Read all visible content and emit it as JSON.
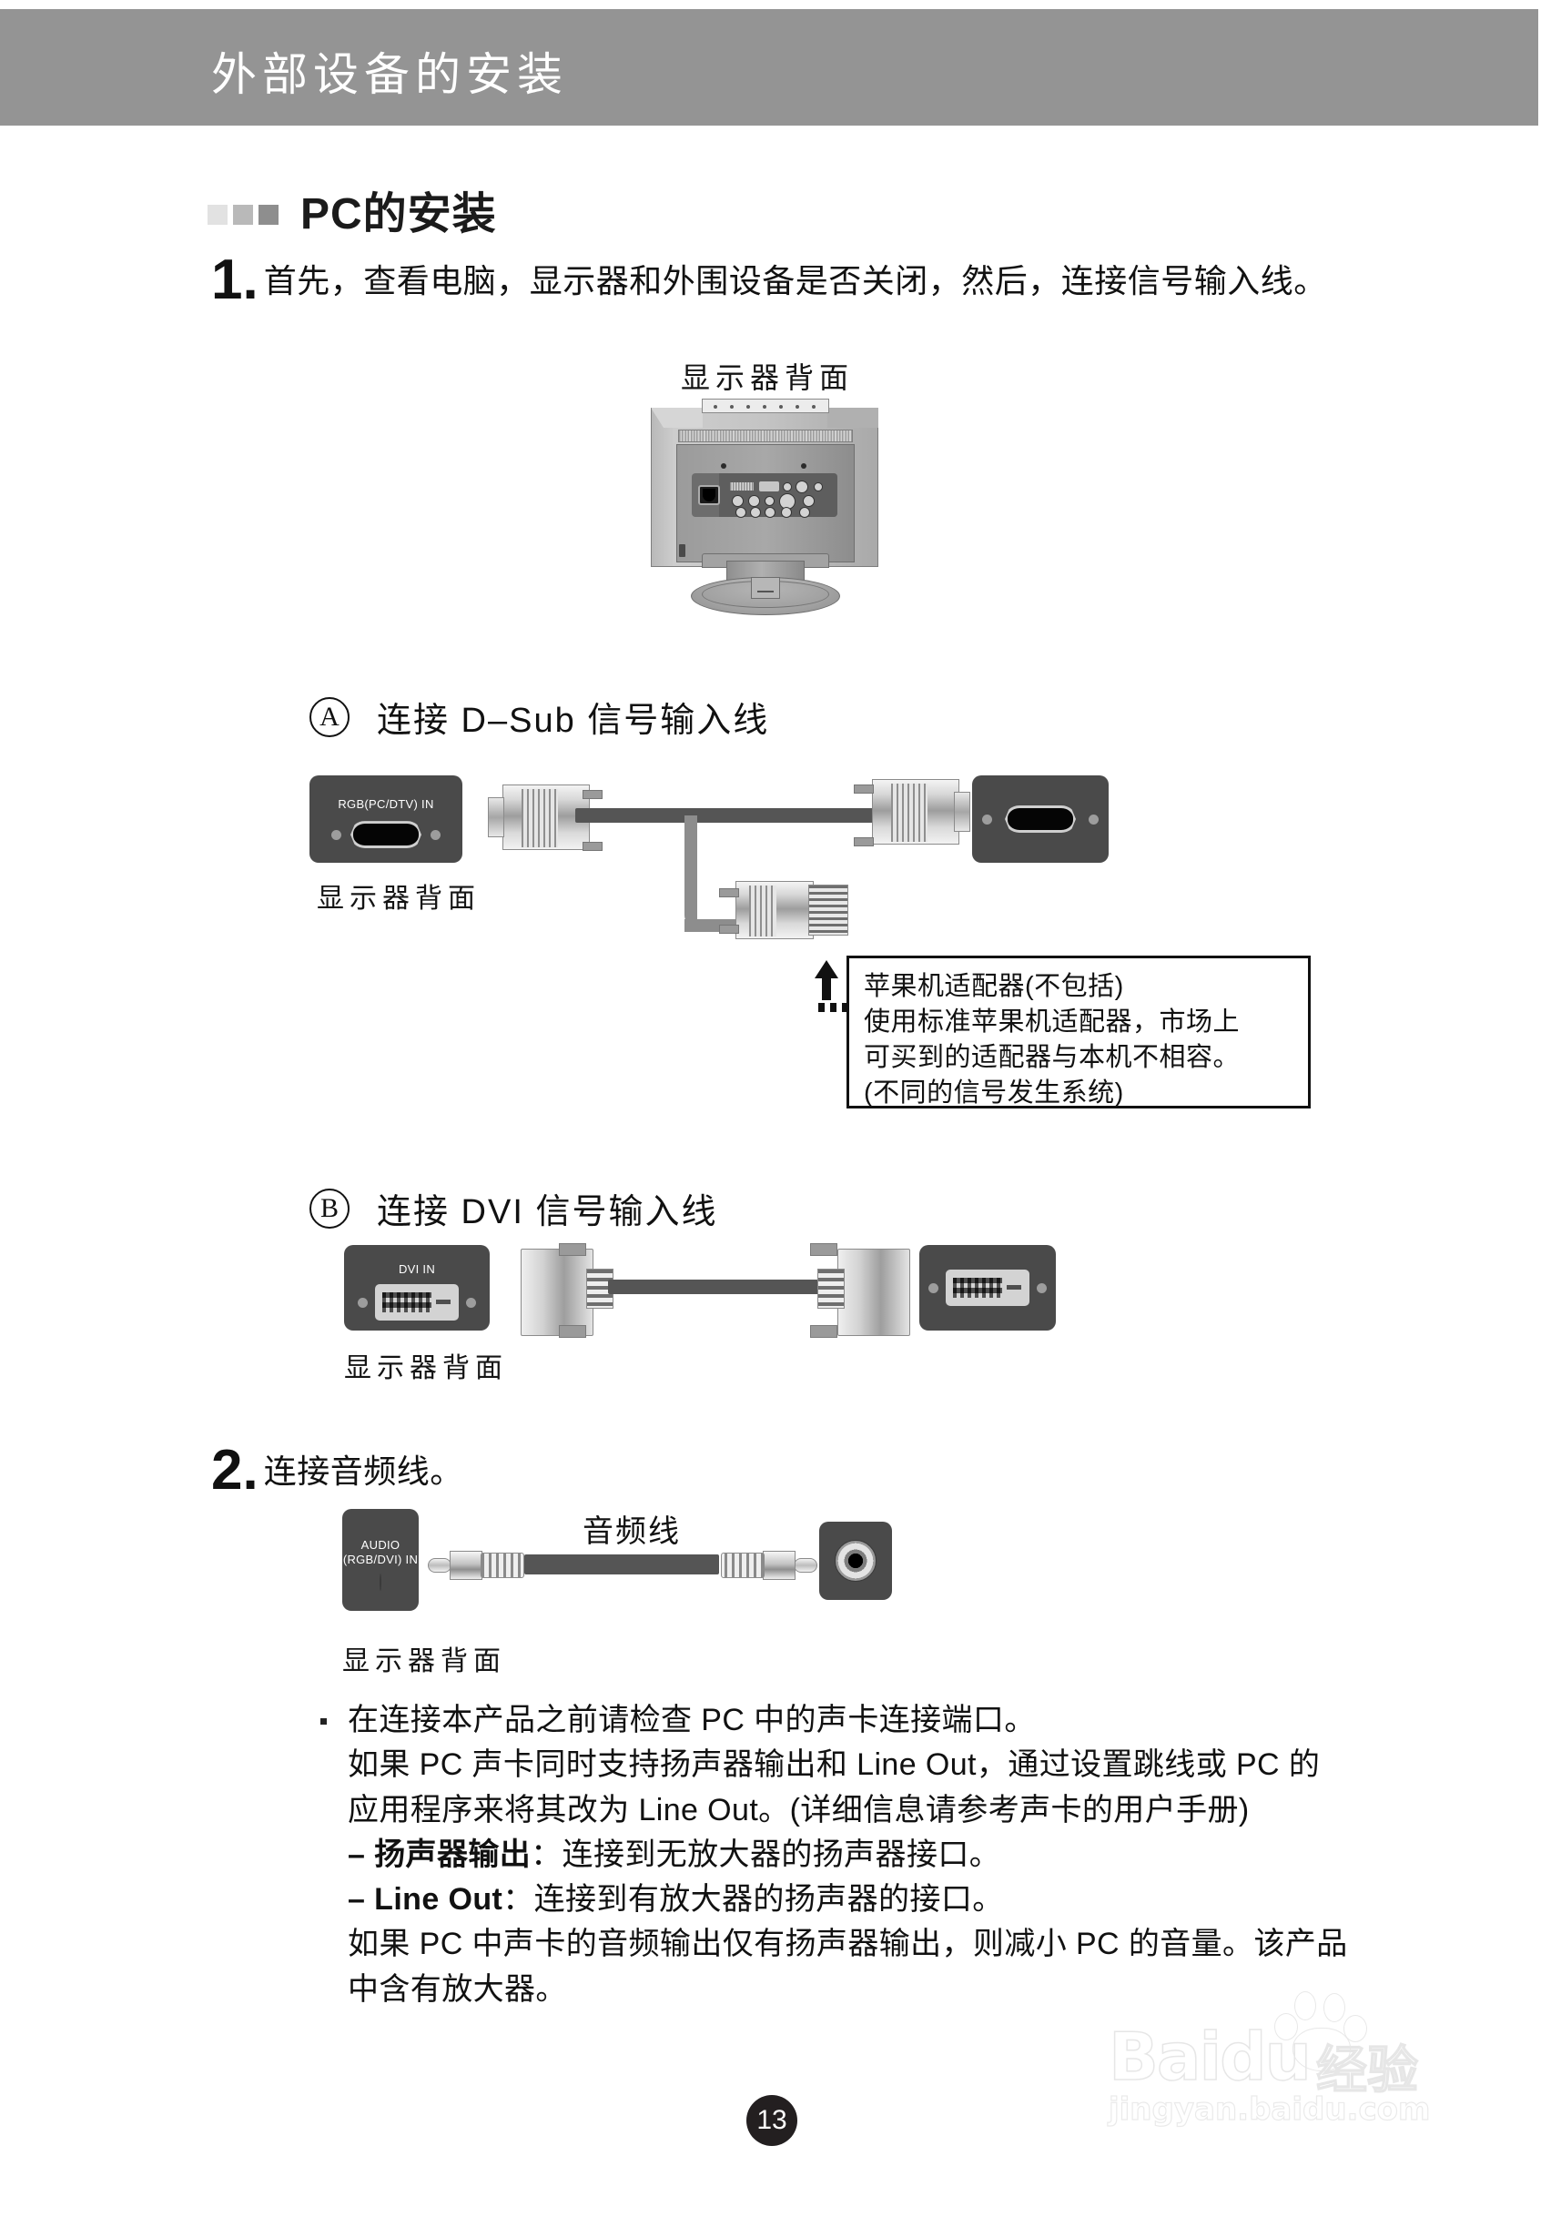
{
  "header": {
    "title": "外部设备的安装",
    "bg_color": "#949494"
  },
  "section": {
    "title": "PC的安装"
  },
  "steps": [
    {
      "number": "1.",
      "text": "首先，查看电脑，显示器和外围设备是否关闭，然后，连接信号输入线。"
    },
    {
      "number": "2.",
      "text": "连接音频线。"
    }
  ],
  "monitor_figure": {
    "caption": "显示器背面"
  },
  "sub_a": {
    "marker": "A",
    "title": "连接 D–Sub 信号输入线",
    "port_label": "RGB(PC/DTV) IN",
    "caption": "显示器背面"
  },
  "sub_b": {
    "marker": "B",
    "title": "连接 DVI 信号输入线",
    "port_label": "DVI IN",
    "caption": "显示器背面"
  },
  "callout": {
    "line1": "苹果机适配器(不包括)",
    "line2": "使用标准苹果机适配器，市场上",
    "line3": "可买到的适配器与本机不相容。",
    "line4": "(不同的信号发生系统)"
  },
  "audio": {
    "port_label_line1": "AUDIO",
    "port_label_line2": "(RGB/DVI) IN",
    "cable_label": "音频线",
    "caption": "显示器背面"
  },
  "notes": {
    "line1": "在连接本产品之前请检查 PC 中的声卡连接端口。",
    "line2": "如果 PC 声卡同时支持扬声器输出和 Line Out，通过设置跳线或 PC 的",
    "line3": "应用程序来将其改为 Line Out。(详细信息请参考声卡的用户手册)",
    "line4_label": "– 扬声器输出",
    "line4_text": "：连接到无放大器的扬声器接口。",
    "line5_label": "– Line Out",
    "line5_text": "：连接到有放大器的扬声器的接口。",
    "line6": "如果 PC 中声卡的音频输出仅有扬声器输出，则减小 PC 的音量。该产品",
    "line7": "中含有放大器。"
  },
  "page_number": "13",
  "watermark": {
    "brand": "Baidu",
    "brand_cn": "经验",
    "url": "jingyan.baidu.com"
  }
}
